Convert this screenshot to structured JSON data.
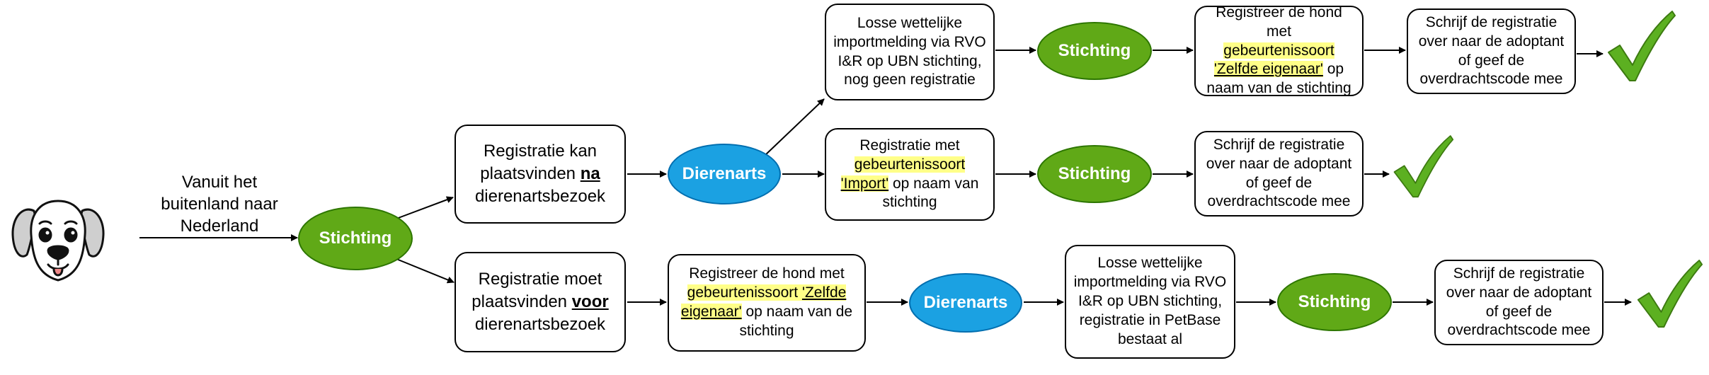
{
  "colors": {
    "stichting_fill": "#60a917",
    "stichting_border": "#2d7600",
    "dierenarts_fill": "#1ba1e2",
    "dierenarts_border": "#006eaf",
    "highlight": "#ffff88",
    "check": "#5cb021"
  },
  "icons": {
    "start": "dog-face-icon",
    "end": "checkmark-icon"
  },
  "start_label": [
    "Vanuit het",
    "buitenland naar",
    "Nederland"
  ],
  "nodes": {
    "stichting": "Stichting",
    "dierenarts": "Dierenarts",
    "na": {
      "l1": "Registratie kan",
      "l2": "plaatsvinden ",
      "l2b": "na",
      "l3": "dierenartsbezoek"
    },
    "voor": {
      "l1": "Registratie moet",
      "l2": "plaatsvinden ",
      "l2b": "voor",
      "l3": "dierenartsbezoek"
    },
    "losse_geen": [
      "Losse wettelijke",
      "importmelding via RVO",
      "I&R op UBN stichting,",
      "nog geen registratie"
    ],
    "reg_zelfde_top": {
      "l1": "Registreer de hond met",
      "l2": "gebeurtenissoort",
      "l3": "'Zelfde eigenaar'",
      "l3b": " op",
      "l4": "naam van de stichting"
    },
    "reg_import": {
      "l1": "Registratie met",
      "l2": "gebeurtenissoort",
      "l3": "'Import'",
      "l3b": " op naam van",
      "l4": "stichting"
    },
    "reg_zelfde_bottom": {
      "l1": "Registreer de hond met",
      "l2": "gebeurtenissoort ",
      "l2b": "'Zelfde",
      "l3": "eigenaar'",
      "l3b": " op naam van de",
      "l4": "stichting"
    },
    "losse_al": [
      "Losse wettelijke",
      "importmelding via RVO",
      "I&R op UBN stichting,",
      "registratie in PetBase",
      "bestaat al"
    ],
    "overschrijf": [
      "Schrijf de registratie",
      "over naar de adoptant",
      "of geef de",
      "overdrachtscode mee"
    ]
  }
}
